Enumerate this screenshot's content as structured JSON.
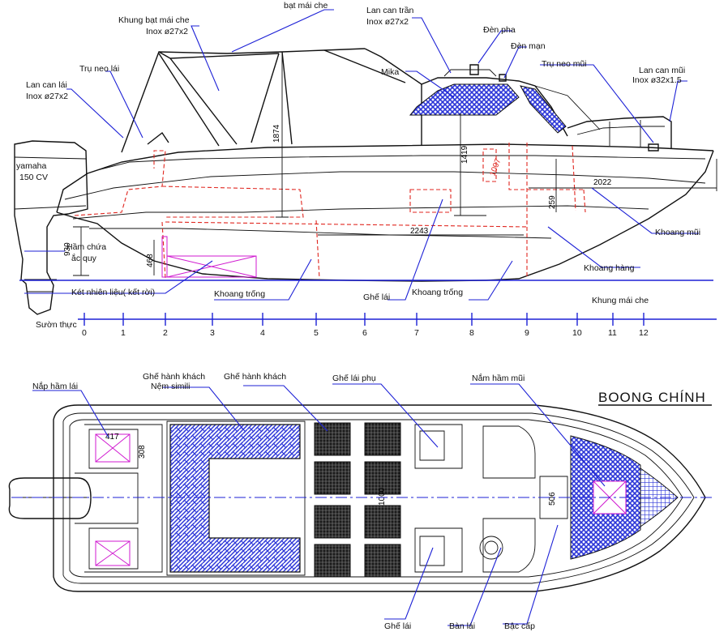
{
  "side_view": {
    "labels": {
      "bat_mai_che": "bạt mái che",
      "khung_bat": "Khung bạt mái che",
      "khung_bat_size": "Inox ø27x2",
      "lan_can_tran": "Lan can trần",
      "lan_can_tran_size": "Inox ø27x2",
      "den_pha": "Đèn pha",
      "den_mau": "Đèn mạn",
      "tru_neo_lai": "Trụ neo lái",
      "tru_neo_mui": "Trụ neo mũi",
      "lan_can_mui": "Lan can mũi",
      "lan_can_mui_size": "Inox ø32x1.5",
      "lan_can_lai": "Lan can lái",
      "lan_can_lai_size": "Inox ø27x2",
      "mika": "Mika",
      "engine_brand": "yamaha",
      "engine_power": "150 CV",
      "ham_chua_1": "Hầm chứa",
      "ham_chua_2": "ắc quy",
      "ket_nhien_lieu": "Két nhiên liệu( kết rời)",
      "khoang_trong_1": "Khoang trống",
      "ghe_lai": "Ghế lái",
      "khoang_trong_2": "Khoang trống",
      "khoang_hang": "Khoang hàng",
      "khoang_mui": "Khoang mũi",
      "khung_mai_che": "Khung mái che",
      "suon_thuc": "Sườn thực"
    },
    "dimensions": {
      "canopy_height": "1874",
      "cabin_height": "1419",
      "length_2243": "2243",
      "length_2022": "2022",
      "bow_259": "259",
      "transom_930": "930",
      "battery_468": "468",
      "cabin_angle": "1007"
    },
    "frame_numbers": [
      "0",
      "1",
      "2",
      "3",
      "4",
      "5",
      "6",
      "7",
      "8",
      "9",
      "10",
      "11",
      "12"
    ]
  },
  "deck_plan": {
    "title": "BOONG CHÍNH",
    "labels": {
      "nap_ham_lai": "Nắp hầm lái",
      "ghe_hanh_khach_1": "Ghế hành khách",
      "nem_simili": "Nệm simili",
      "ghe_hanh_khach_2": "Ghế hành khách",
      "ghe_lai_phu": "Ghế lái phụ",
      "nam_ham_mui": "Nắm hầm mũi",
      "ghe_lai": "Ghế lái",
      "ban_lai": "Bàn lái",
      "bac_cap": "Bậc cấp"
    },
    "dimensions": {
      "hatch_417": "417",
      "hatch_308": "308",
      "bow_506": "506",
      "seat_width": "1000"
    }
  },
  "colors": {
    "outline": "#111111",
    "hidden_red": "#e0261f",
    "leader_blue": "#1d21d6",
    "hatch_magenta": "#d01ad0",
    "mesh_blue": "#2b35d8"
  }
}
